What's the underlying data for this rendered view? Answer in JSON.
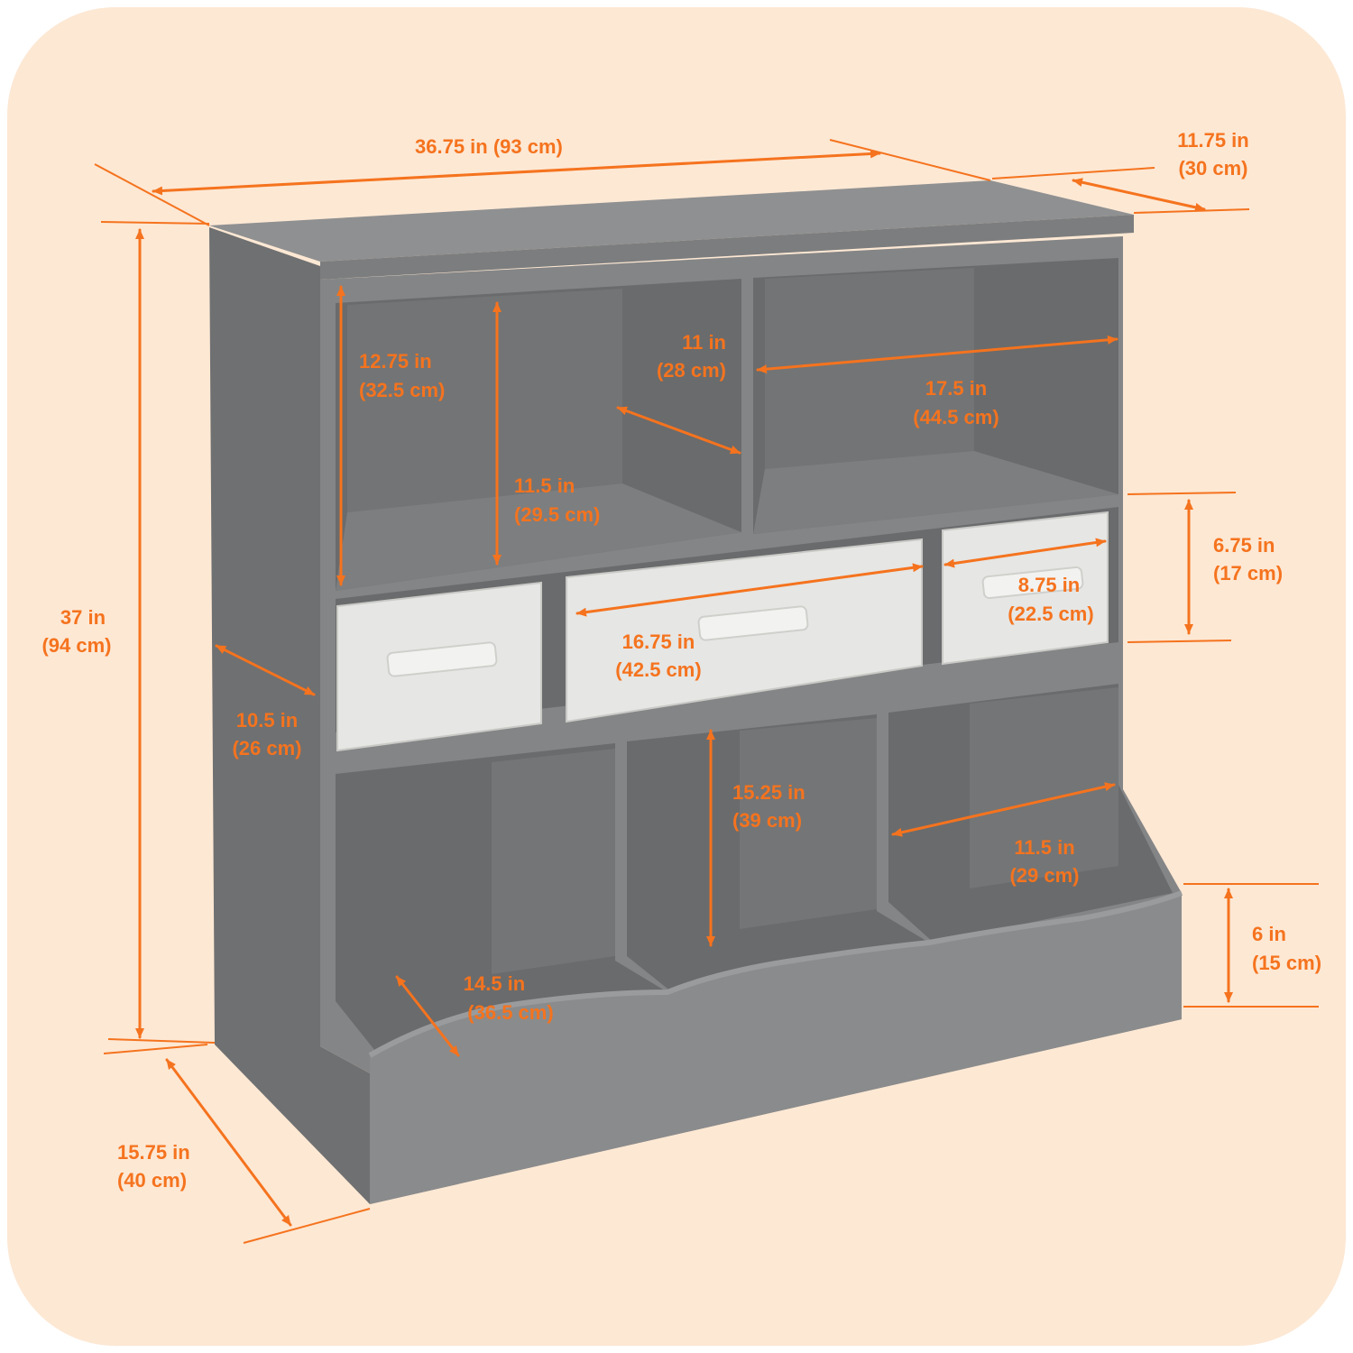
{
  "colors": {
    "background_panel": "#fde8d4",
    "accent": "#f5731e",
    "cabinet_front": "#848586",
    "cabinet_top": "#8f9091",
    "cabinet_side": "#727374",
    "cabinet_interior": "#6a6b6c",
    "bin_fabric": "#e6e6e4"
  },
  "dimensions": {
    "overall_width": {
      "in": "36.75 in",
      "cm": "(93 cm)"
    },
    "overall_depth_top": {
      "in": "11.75 in",
      "cm": "(30 cm)"
    },
    "overall_height": {
      "in": "37 in",
      "cm": "(94 cm)"
    },
    "base_depth": {
      "in": "15.75 in",
      "cm": "(40 cm)"
    },
    "upper_left_height": {
      "in": "12.75 in",
      "cm": "(32.5 cm)"
    },
    "upper_left_inner_height": {
      "in": "11.5 in",
      "cm": "(29.5 cm)"
    },
    "upper_depth": {
      "in": "11 in",
      "cm": "(28 cm)"
    },
    "upper_right_width": {
      "in": "17.5 in",
      "cm": "(44.5 cm)"
    },
    "bin_row_height": {
      "in": "6.75 in",
      "cm": "(17 cm)"
    },
    "small_bin_width": {
      "in": "8.75 in",
      "cm": "(22.5 cm)"
    },
    "large_bin_width": {
      "in": "16.75 in",
      "cm": "(42.5 cm)"
    },
    "side_depth": {
      "in": "10.5 in",
      "cm": "(26 cm)"
    },
    "lower_cubby_height": {
      "in": "15.25 in",
      "cm": "(39 cm)"
    },
    "lower_cubby_width": {
      "in": "11.5 in",
      "cm": "(29 cm)"
    },
    "lower_cubby_depth": {
      "in": "14.5 in",
      "cm": "(36.5 cm)"
    },
    "front_lip_height": {
      "in": "6 in",
      "cm": "(15 cm)"
    }
  }
}
